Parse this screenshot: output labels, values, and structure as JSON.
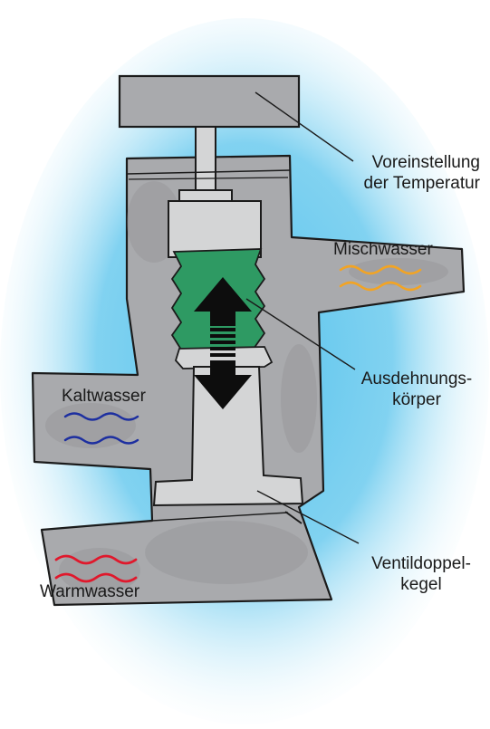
{
  "labels": {
    "preset": [
      "Voreinstellung",
      "der Temperatur"
    ],
    "mixed": "Mischwasser",
    "cold": "Kaltwasser",
    "expansion": [
      "Ausdehnungs-",
      "körper"
    ],
    "warm": "Warmwasser",
    "valve": [
      "Ventildoppel-",
      "kegel"
    ]
  },
  "colors": {
    "background_glow": "#57c3ec",
    "housing": "#a9aaad",
    "housing_dark": "#8f9093",
    "inner_parts": "#d4d5d6",
    "expansion_body": "#2e9a63",
    "mixed_water_waves": "#f2a424",
    "cold_water_waves": "#1d2fa0",
    "warm_water_waves": "#e0182c",
    "outline": "#1b1b1b"
  }
}
